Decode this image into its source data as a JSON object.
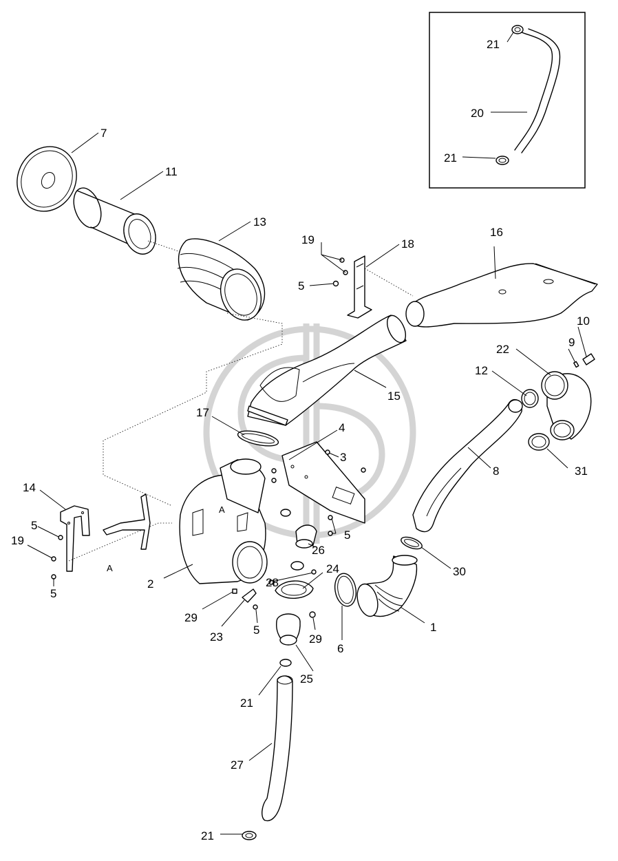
{
  "callouts": {
    "c1": "1",
    "c2": "2",
    "c3": "3",
    "c4": "4",
    "c5a": "5",
    "c5b": "5",
    "c5c": "5",
    "c5d": "5",
    "c5e": "5",
    "c6": "6",
    "c7": "7",
    "c8": "8",
    "c9": "9",
    "c10": "10",
    "c11": "11",
    "c12": "12",
    "c13": "13",
    "c14": "14",
    "c15": "15",
    "c16": "16",
    "c17": "17",
    "c18": "18",
    "c19a": "19",
    "c19b": "19",
    "c20": "20",
    "c21a": "21",
    "c21b": "21",
    "c21c": "21",
    "c21d": "21",
    "c22": "22",
    "c23": "23",
    "c24": "24",
    "c25": "25",
    "c26": "26",
    "c27": "27",
    "c28": "28",
    "c29a": "29",
    "c29b": "29",
    "c30": "30",
    "c31": "31"
  },
  "view_marks": {
    "a1": "A",
    "a2": "A"
  },
  "colors": {
    "line": "#000000",
    "watermark": "#d4d4d4",
    "background": "#ffffff"
  }
}
